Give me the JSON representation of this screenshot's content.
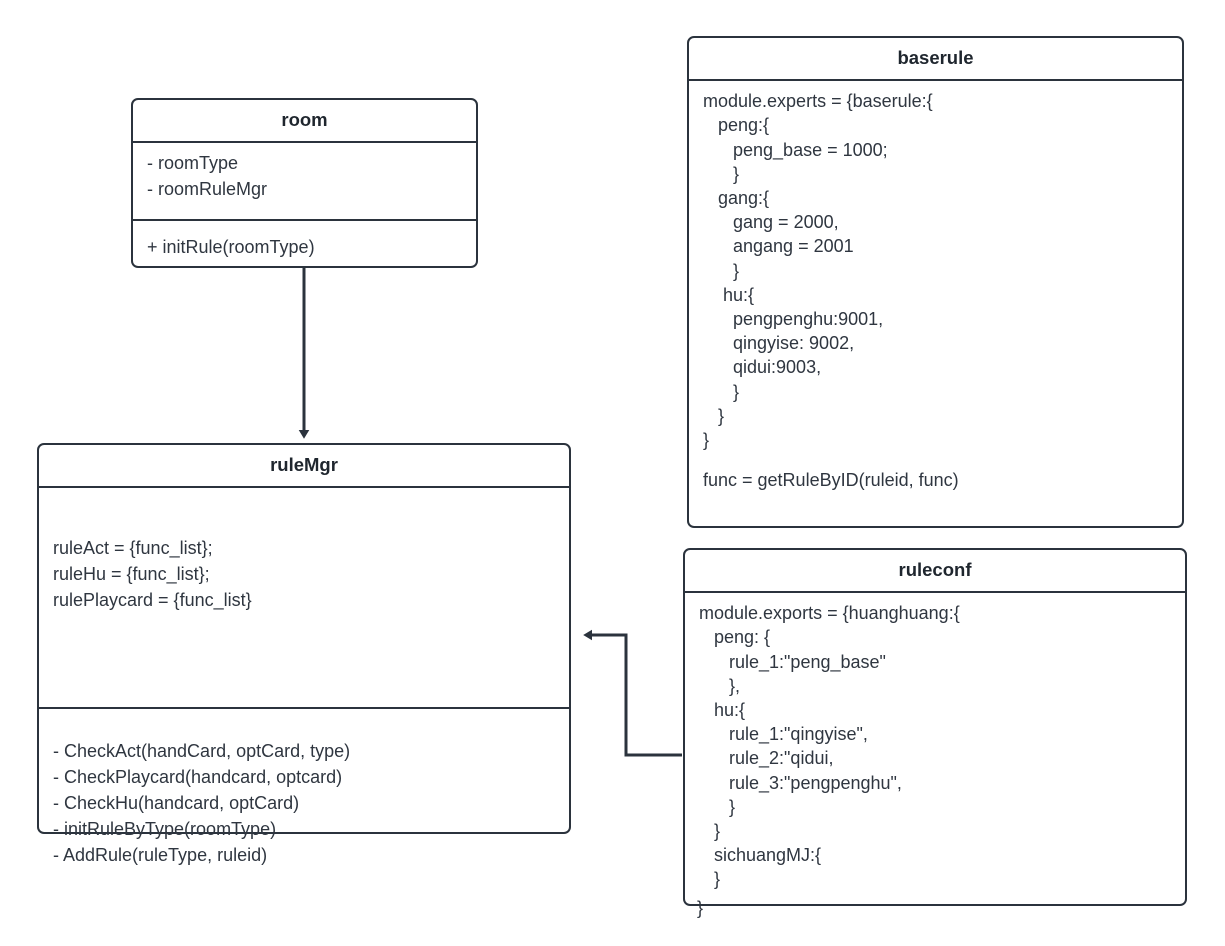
{
  "diagram": {
    "title": "mahjong rule class diagram",
    "background_color": "#ffffff",
    "line_color": "#2b333d",
    "text_color": "#2f3640"
  },
  "room": {
    "title": "room",
    "attributes": [
      "- roomType",
      "- roomRuleMgr"
    ],
    "methods": [
      "+ initRule(roomType)"
    ]
  },
  "rulemgr": {
    "title": "ruleMgr",
    "attributes": [
      "ruleAct = {func_list};",
      "ruleHu = {func_list};",
      "rulePlaycard = {func_list}"
    ],
    "methods": [
      "- CheckAct(handCard, optCard, type)",
      "- CheckPlaycard(handcard, optcard)",
      "- CheckHu(handcard, optCard)",
      "- initRuleByType(roomType)",
      "- AddRule(ruleType, ruleid)"
    ]
  },
  "baserule": {
    "title": "baserule",
    "code": [
      "module.experts = {baserule:{",
      "   peng:{",
      "      peng_base = 1000;",
      "      }",
      "   gang:{",
      "      gang = 2000,",
      "      angang = 2001",
      "      }",
      "    hu:{",
      "      pengpenghu:9001,",
      "      qingyise: 9002,",
      "      qidui:9003,",
      "      }",
      "   }",
      "}",
      "",
      "func = getRuleByID(ruleid, func)"
    ]
  },
  "ruleconf": {
    "title": "ruleconf",
    "code": [
      "module.exports = {huanghuang:{",
      "   peng: {",
      "      rule_1:\"peng_base\"",
      "      },",
      "   hu:{",
      "      rule_1:\"qingyise\",",
      "      rule_2:\"qidui,",
      "      rule_3:\"pengpenghu\",",
      "      }",
      "   }",
      "   sichuangMJ:{",
      "   }"
    ],
    "overflow_line": "}"
  },
  "connectors": [
    {
      "name": "room-to-rulemgr",
      "from": "room",
      "to": "ruleMgr",
      "style": "straight-vertical-arrow"
    },
    {
      "name": "ruleconf-to-rulemgr",
      "from": "ruleconf",
      "to": "ruleMgr",
      "style": "elbow-arrow"
    }
  ]
}
